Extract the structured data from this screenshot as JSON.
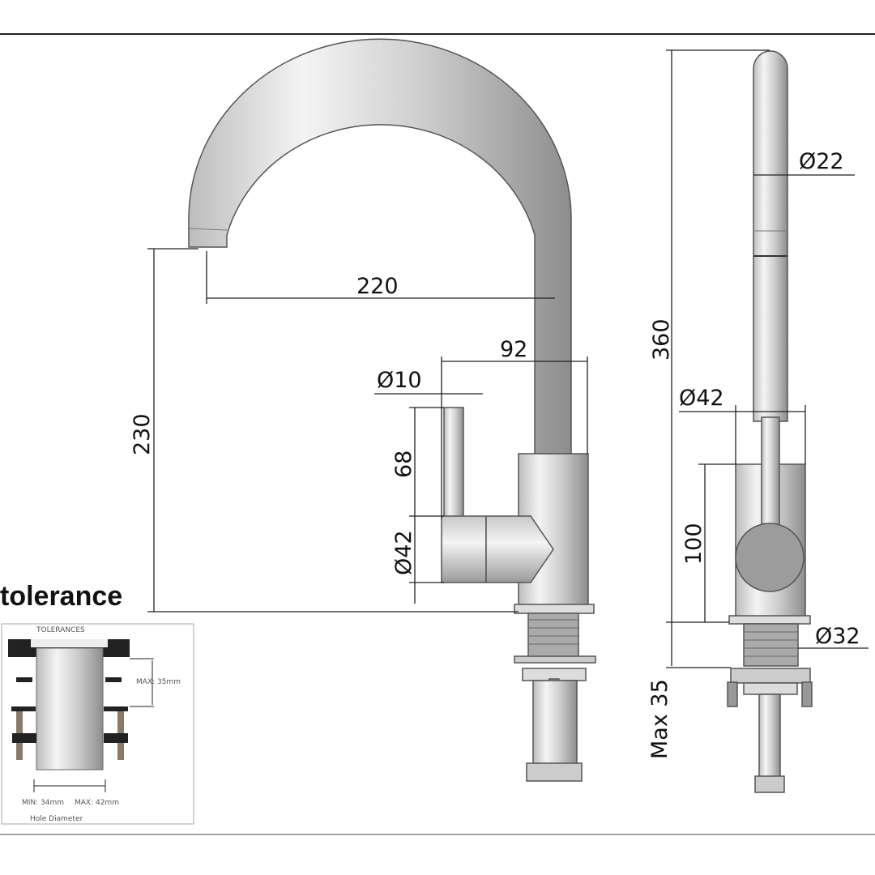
{
  "dimensions": {
    "spout_reach": "220",
    "spout_height": "230",
    "handle_offset": "92",
    "handle_diameter": "Ø10",
    "handle_length": "68",
    "body_diameter_front": "Ø42",
    "total_height": "360",
    "spout_diameter": "Ø22",
    "body_diameter_side": "Ø42",
    "body_height": "100",
    "thread_diameter": "Ø32",
    "max_bench_thickness": "Max 35"
  },
  "tolerance_heading": "tolerance",
  "inset": {
    "title": "TOLERANCES",
    "max_thickness": "MAX: 35mm",
    "min_hole": "MIN: 34mm",
    "max_hole": "MAX: 42mm",
    "caption": "Hole Diameter"
  },
  "colors": {
    "line": "#222222",
    "metal_light": "#e6e6e6",
    "metal_dark": "#9a9a9a"
  }
}
